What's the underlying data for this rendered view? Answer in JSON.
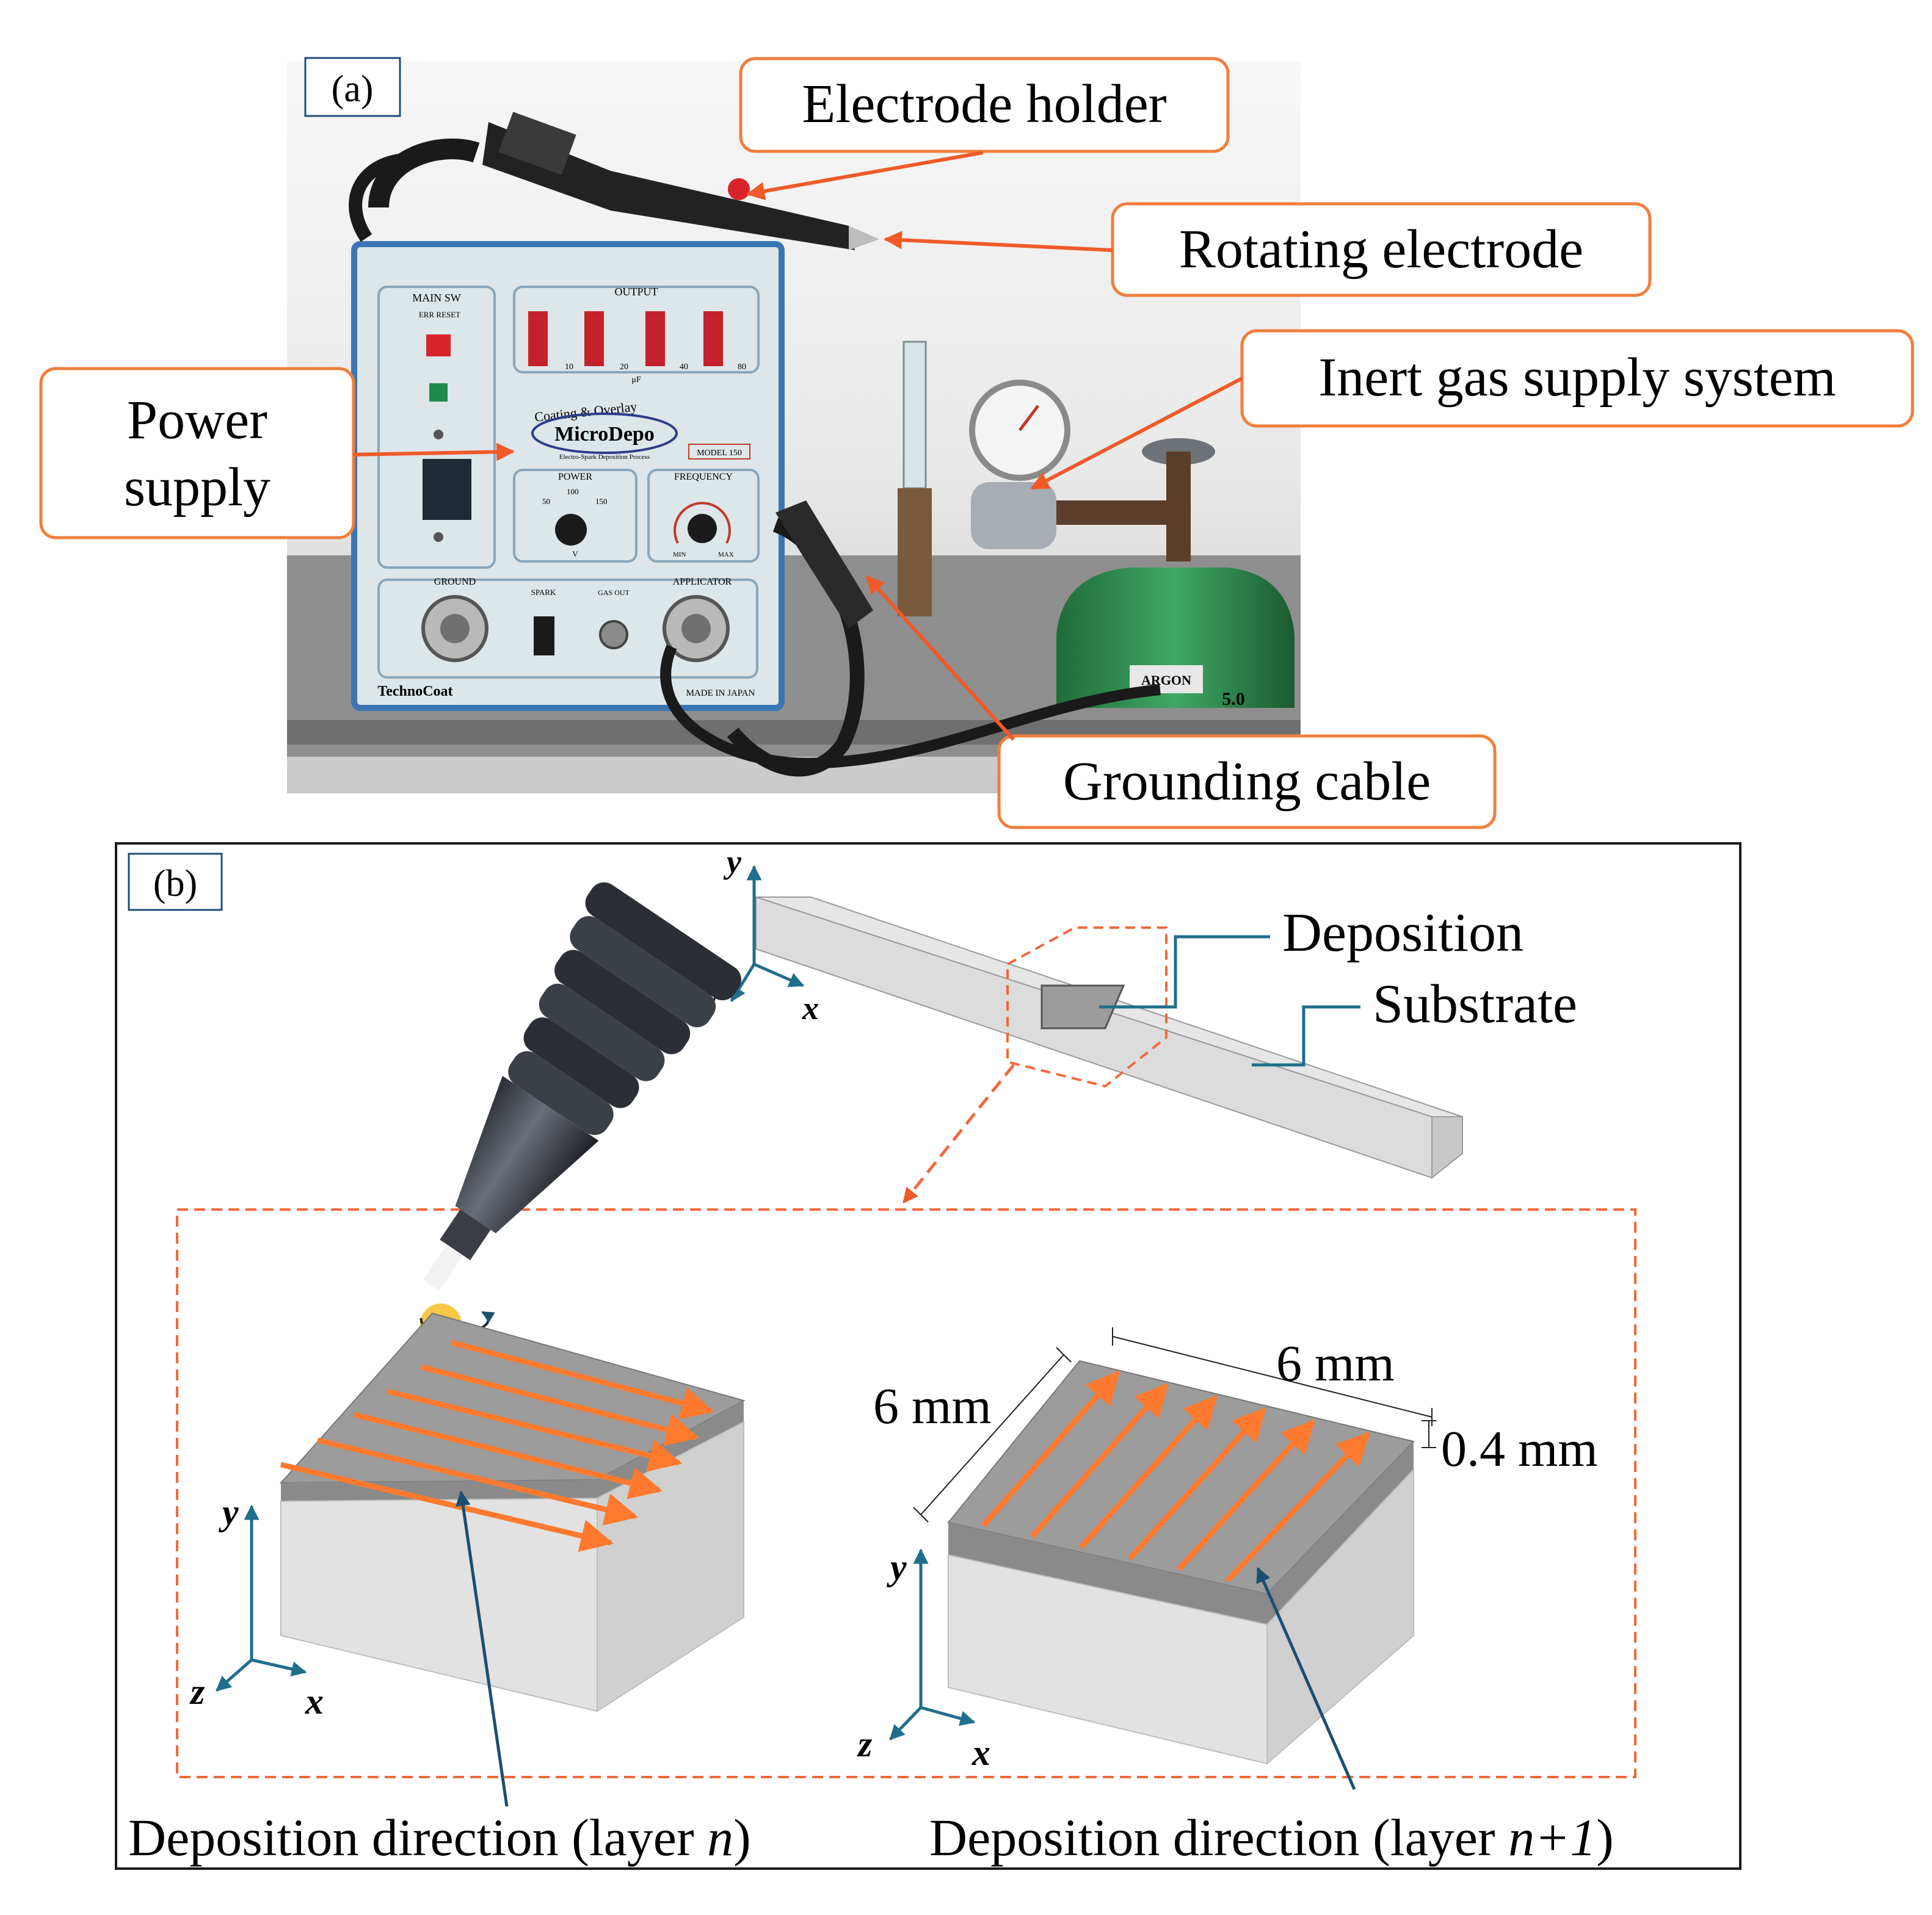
{
  "panel_a": {
    "label": "(a)",
    "callouts": {
      "electrode_holder": "Electrode holder",
      "rotating_electrode": "Rotating electrode",
      "inert_gas": "Inert gas supply system",
      "power_supply_line1": "Power",
      "power_supply_line2": "supply",
      "grounding_cable": "Grounding cable"
    },
    "device_text": {
      "main_sw": "MAIN SW",
      "err_reset": "ERR RESET",
      "output": "OUTPUT",
      "output_steps": [
        "10",
        "20",
        "40",
        "80"
      ],
      "uf": "μF",
      "brand_top": "Coating & Overlay",
      "brand": "MicroDepo",
      "brand_sub": "Electro-Spark Deposition Process",
      "model": "MODEL 150",
      "power": "POWER",
      "power_scale": [
        "50",
        "100",
        "150"
      ],
      "power_unit": "V",
      "frequency": "FREQUENCY",
      "freq_min": "MIN",
      "freq_max": "MAX",
      "ground": "GROUND",
      "spark": "SPARK",
      "gas_out": "GAS OUT",
      "applicator": "APPLICATOR",
      "maker": "TechnoCoat",
      "made_in": "MADE IN JAPAN",
      "argon": "ARGON",
      "cylinder_grade": "5.0"
    },
    "colors": {
      "callout_border": "#f07f3c",
      "leader": "#f05a28"
    }
  },
  "panel_b": {
    "label": "(b)",
    "labels": {
      "deposition": "Deposition",
      "substrate": "Substrate",
      "dim_width": "6 mm",
      "dim_depth": "6 mm",
      "dim_thickness": "0.4 mm",
      "caption_left_prefix": "Deposition direction (layer ",
      "caption_left_var": "n",
      "caption_left_suffix": ")",
      "caption_right_prefix": "Deposition direction (layer ",
      "caption_right_var": "n+1",
      "caption_right_suffix": ")"
    },
    "axes": {
      "x": "x",
      "y": "y",
      "z": "z"
    },
    "colors": {
      "arrow": "#ff7a2e",
      "axis": "#1f6e8c",
      "pointer": "#1b4f72",
      "top_layer": "#9c9c9c",
      "block_front": "#e2e2e2",
      "block_side": "#d0d0d0",
      "dashed_frame": "#f06a3c"
    }
  }
}
